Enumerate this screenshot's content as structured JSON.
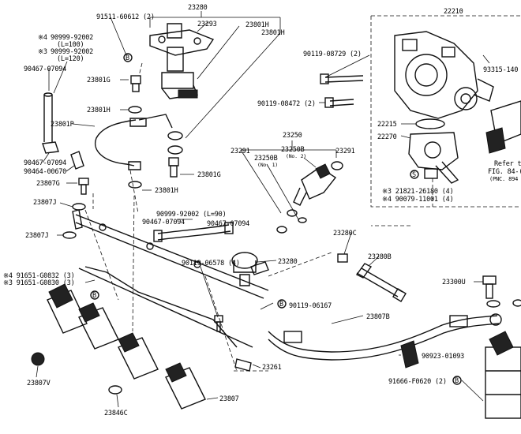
{
  "labels": {
    "p23280": "23280",
    "p22210": "22210",
    "p91511": "91511-60612 (2)",
    "p23293": "23293",
    "p23801H_a": "23801H",
    "p23801H_b": "23801H",
    "p90999_a": "90999-92002",
    "p90999_a_len": "(L=100)",
    "p90999_b": "90999-92002",
    "p90999_b_len": "(L=120)",
    "star4": "※4",
    "star3": "※3",
    "p90467_top": "90467-07094",
    "p23801G_a": "23801G",
    "p23801H_c": "23801H",
    "p23801P": "23801P",
    "p90467_left": "90467-07094",
    "p90464": "90464-00670",
    "p23807G": "23807G",
    "p23807J_a": "23807J",
    "p23807J_b": "23807J",
    "p23801G_b": "23801G",
    "p23801H_d": "23801H",
    "p90119_08729": "90119-08729 (2)",
    "p90119_08472": "90119-08472 (2)",
    "p93315": "93315-140",
    "p22215": "22215",
    "p22270": "22270",
    "p23250": "23250",
    "p23291_a": "23291",
    "p23291_b": "23291",
    "p23250B_a": "23250B",
    "p23250B_a_no": "(No. 1)",
    "p23250B_b": "23250B",
    "p23250B_b_no": "(No. 2)",
    "refer_to": "Refer to",
    "fig_ref": "FIG. 84-(",
    "pnc_ref": "(PNC. 894",
    "p21821": "※3  21821-26180 (4)",
    "p90079": "※4  90079-11001 (4)",
    "p90999_c": "90999-92002 (L=90)",
    "p90467_mid_a": "90467-07094",
    "p90467_mid_b": "90467-07094",
    "p23280C": "23280C",
    "p23280B": "23280B",
    "p90119_06578": "90119-06578 (4)",
    "p91651_G0832": "※4  91651-G0832 (3)",
    "p91651_G0830": "※3  91651-G0830 (3)",
    "p90119_06167": "90119-06167",
    "p23300U": "23300U",
    "p23807B": "23807B",
    "p90923": "90923-01093",
    "p91666": "91666-F0620 (2)",
    "p23807V": "23807V",
    "p23261": "23261",
    "p23807": "23807",
    "p23846C": "23846C",
    "circleB": "B",
    "circleS": "S"
  }
}
